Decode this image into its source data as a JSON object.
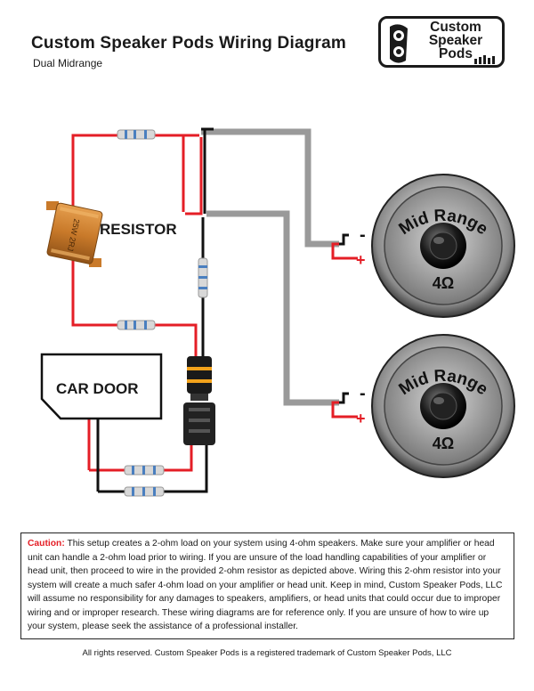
{
  "header": {
    "title": "Custom Speaker Pods Wiring Diagram",
    "subtitle": "Dual Midrange"
  },
  "logo": {
    "line1": "Custom",
    "line2": "Speaker",
    "line3": "Pods"
  },
  "diagram": {
    "resistor_label": "RESISTOR",
    "resistor_marking": "25W 2RJ",
    "car_door_label": "CAR DOOR",
    "speaker_top": {
      "label": "Mid Range",
      "impedance": "4Ω",
      "neg": "-",
      "pos": "+"
    },
    "speaker_bottom": {
      "label": "Mid Range",
      "impedance": "4Ω",
      "neg": "-",
      "pos": "+"
    },
    "colors": {
      "red_wire": "#e41e26",
      "black_wire": "#111111",
      "gray_wire": "#9a9a9a",
      "resistor_body": "#c97a2a"
    }
  },
  "caution": {
    "label": "Caution:",
    "text": "This setup creates a 2-ohm load on your system using 4-ohm speakers.  Make sure your amplifier or head unit can handle a 2-ohm load prior to wiring.  If you are unsure of the load handling capabilities of your amplifier or head unit, then proceed to wire in the provided 2-ohm resistor as depicted above.  Wiring this 2-ohm resistor into your system will create a much safer 4-ohm load on your amplifier or head unit.  Keep in mind, Custom Speaker Pods, LLC will assume no responsibility for any damages to speakers, amplifiers, or head units that could occur due to improper wiring and or improper research.  These wiring diagrams are for reference only.  If you are unsure of how to wire up your system, please seek the assistance of a professional installer."
  },
  "footer": {
    "text": "All rights reserved. Custom Speaker Pods is a registered trademark of Custom Speaker Pods, LLC"
  }
}
